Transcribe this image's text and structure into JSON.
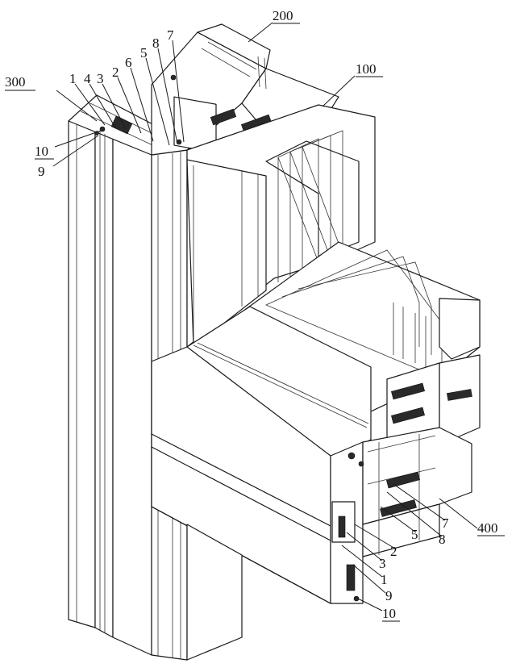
{
  "figure": {
    "labels_top": {
      "l300": "300",
      "l200": "200",
      "l100": "100",
      "l1": "1",
      "l4": "4",
      "l3": "3",
      "l2": "2",
      "l6": "6",
      "l5": "5",
      "l8": "8",
      "l7": "7",
      "l10": "10",
      "l9": "9"
    },
    "labels_bottom": {
      "l400": "400",
      "l7": "7",
      "l8": "8",
      "l5": "5",
      "l2": "2",
      "l3": "3",
      "l1": "1",
      "l9": "9",
      "l10": "10"
    }
  }
}
